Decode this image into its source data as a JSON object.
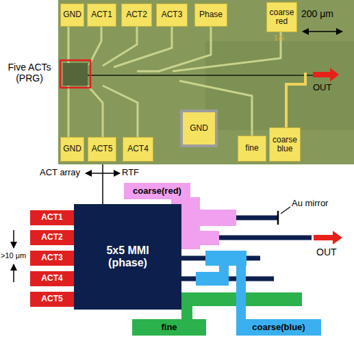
{
  "diagram": {
    "nodes": [
      {
        "text": [
          "GND"
        ]
      },
      {
        "text": [
          "ACT1"
        ]
      },
      {
        "text": [
          "ACT2"
        ]
      },
      {
        "text": [
          "ACT3"
        ]
      },
      {
        "text": [
          "Phase"
        ]
      },
      {
        "text": [
          "coarse red"
        ]
      },
      {
        "text": [
          "GND"
        ]
      },
      {
        "text": [
          "GND"
        ]
      },
      {
        "text": [
          "ACT5"
        ]
      },
      {
        "text": [
          "ACT4"
        ]
      },
      {
        "text": [
          "fine"
        ]
      },
      {
        "text": [
          "coarse blue"
        ]
      },
      {
        "text": [
          "coarse(red)"
        ]
      },
      {
        "text": [
          "ACT1"
        ]
      },
      {
        "text": [
          "ACT2"
        ]
      },
      {
        "text": [
          "ACT3"
        ]
      },
      {
        "text": [
          "ACT4"
        ]
      },
      {
        "text": [
          "ACT5"
        ]
      },
      {
        "text": [
          "5x5 MMI (phase)"
        ]
      },
      {
        "text": [
          "fine"
        ]
      },
      {
        "text": [
          "coarse(blue)"
        ]
      }
    ],
    "labels": [
      "Five ACTs (PRG)",
      "200 μm",
      "1-5",
      "OUT",
      "ACT array",
      "RTF",
      ">10 μm",
      "Au mirror",
      "OUT"
    ]
  }
}
